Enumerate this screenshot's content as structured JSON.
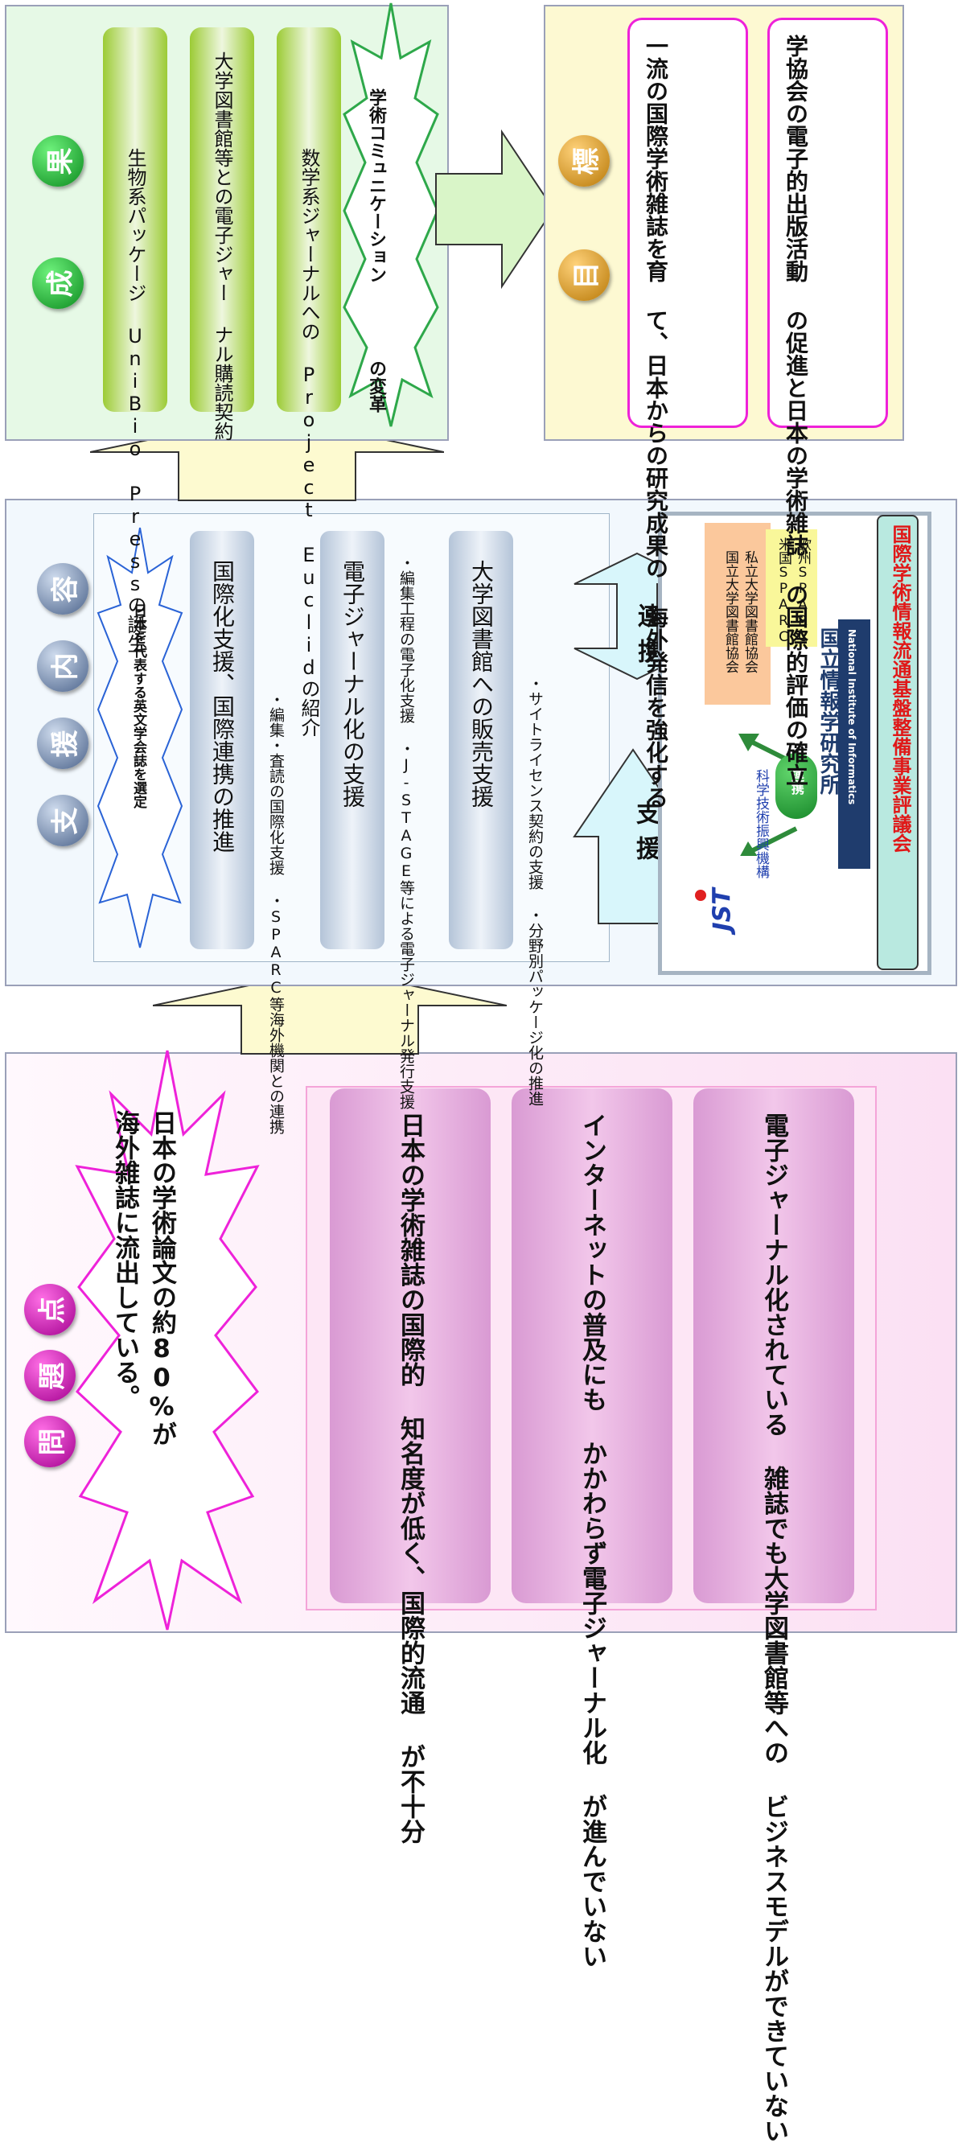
{
  "problems": {
    "badges": [
      "問",
      "題",
      "点"
    ],
    "burst_text": [
      "日本の学術論文の約80%が",
      "海外雑誌に流出している。"
    ],
    "items": [
      [
        "日本の学術雑誌の国際的",
        "知名度が低く、国際的流通",
        "が不十分"
      ],
      [
        "インターネットの普及にも",
        "かかわらず電子ジャーナル化",
        "が進んでいない"
      ],
      [
        "電子ジャーナル化されている",
        "雑誌でも大学図書館等への",
        "ビジネスモデルができていない"
      ]
    ]
  },
  "support": {
    "badges": [
      "支",
      "援",
      "内",
      "容"
    ],
    "burst_text": "日本を代表する英文学会誌を選定",
    "items": [
      {
        "title": "国際化支援、国際連携の推進",
        "notes": [
          "・編集・査読の国際化支援",
          "・SPARC等海外機関との連携"
        ]
      },
      {
        "title": "電子ジャーナル化の支援",
        "notes": [
          "・編集工程の電子化支援",
          "・J-STAGE等による電子ジャーナル発行支援"
        ]
      },
      {
        "title": "大学図書館への販売支援",
        "notes": [
          "・サイトライセンス契約の支援",
          "・分野別パッケージ化の推進"
        ]
      }
    ],
    "arrow_support": "支援",
    "arrow_partner": "連携",
    "jst_logo": "JST",
    "jst_name": "科学技術振興機構",
    "link_label": "連携",
    "nii_name": "国立情報学研究所",
    "nii_en": "National Institute of Informatics",
    "assoc_1": "国立大学図書館協会",
    "assoc_2": "私立大学図書館協会",
    "sparc_us": "米国SPARC",
    "sparc_eu": "欧州SPARC",
    "council": "国際学術情報流通基盤整備事業評議会"
  },
  "results": {
    "badges": [
      "成",
      "果"
    ],
    "items": [
      [
        "生物系パッケージ",
        "UniBio Pressの誕生"
      ],
      [
        "大学図書館等との電子ジャー",
        "ナル購読契約"
      ],
      [
        "数学系ジャーナルへの",
        "Project Euclidの紹介"
      ]
    ],
    "burst_text": [
      "学術コミュニケーション",
      "の変革"
    ]
  },
  "goals": {
    "badges": [
      "目",
      "標"
    ],
    "items": [
      [
        "一流の国際学術雑誌を育",
        "て、日本からの研究成果の",
        "海外発信を強化する"
      ],
      [
        "学協会の電子的出版活動",
        "の促進と日本の学術雑誌",
        "の国際的評価の確立"
      ]
    ]
  },
  "colors": {
    "problem_bg": "#fde8f6",
    "support_bg": "#f2f8fd",
    "result_bg": "#e6f9e6",
    "goal_bg": "#fdf9d2",
    "arrow_fill": "#fdfad0",
    "magenta": "#ee22d9"
  }
}
